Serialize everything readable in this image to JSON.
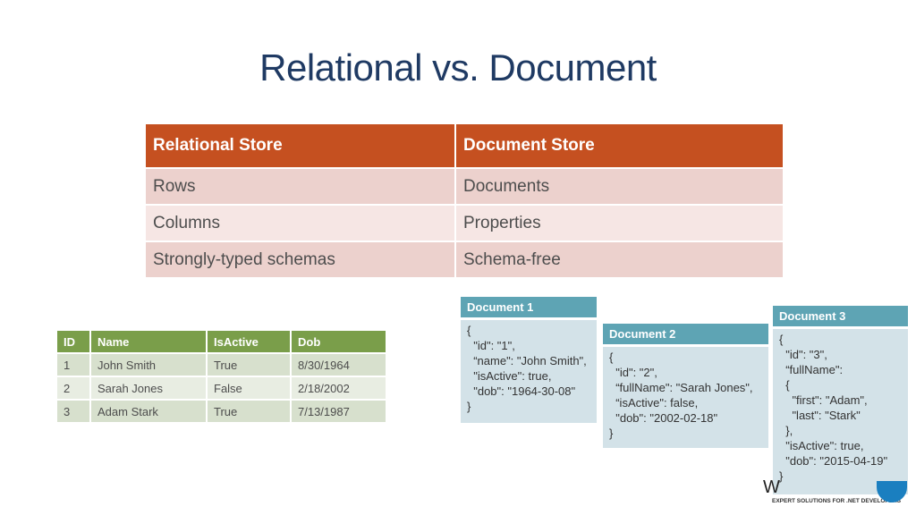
{
  "slide": {
    "title": "Relational vs. Document"
  },
  "comparison": {
    "headers": [
      "Relational Store",
      "Document Store"
    ],
    "rows": [
      [
        "Rows",
        "Documents"
      ],
      [
        "Columns",
        "Properties"
      ],
      [
        "Strongly-typed schemas",
        "Schema-free"
      ]
    ]
  },
  "relational_table": {
    "headers": [
      "ID",
      "Name",
      "IsActive",
      "Dob"
    ],
    "rows": [
      [
        "1",
        "John Smith",
        "True",
        "8/30/1964"
      ],
      [
        "2",
        "Sarah Jones",
        "False",
        "2/18/2002"
      ],
      [
        "3",
        "Adam Stark",
        "True",
        "7/13/1987"
      ]
    ]
  },
  "documents": [
    {
      "title": "Document 1",
      "lines": [
        "{",
        "  \"id\": \"1\",",
        "  “name\": \"John Smith\",",
        "  \"isActive\": true,",
        "  \"dob\": \"1964-30-08\"",
        "}"
      ]
    },
    {
      "title": "Document 2",
      "lines": [
        "{",
        "  \"id\": \"2\",",
        "  “fullName\": \"Sarah Jones\",",
        "  “isActive\": false,",
        "  \"dob\": \"2002-02-18\"",
        "}"
      ]
    },
    {
      "title": "Document 3",
      "lines": [
        "{",
        "  \"id\": \"3\",",
        "  “fullName\":",
        "  {",
        "    \"first\": \"Adam\",",
        "    \"last\": \"Stark\"",
        "  },",
        "  \"isActive\": true,",
        "  \"dob\": \"2015-04-19\"",
        "}"
      ]
    }
  ],
  "footer": {
    "logo_letter": "W",
    "tagline": "EXPERT SOLUTIONS FOR .NET DEVELOPERS"
  },
  "colors": {
    "title": "#1f3a63",
    "comparison_header": "#c55020",
    "relational_header": "#7a9e4a",
    "document_header": "#5ea4b4"
  }
}
